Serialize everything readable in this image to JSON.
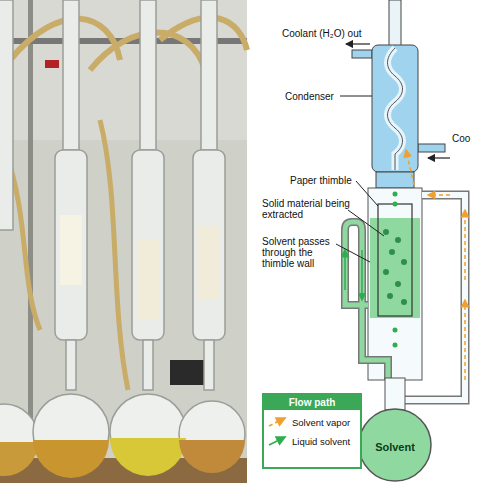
{
  "diagram": {
    "nodes": [
      {
        "text": [
          "Solvent"
        ]
      }
    ],
    "labels": [
      "Coolant (H₂O) out",
      "Condenser",
      "Coo",
      "Paper thimble",
      "Solid material being extracted",
      "Solvent passes through the thimble wall",
      "Flow path"
    ],
    "legend": [
      {
        "text": "Solvent vapor"
      },
      {
        "text": "Liquid solvent"
      }
    ]
  }
}
